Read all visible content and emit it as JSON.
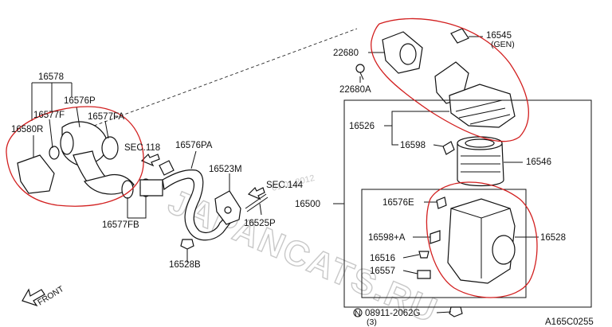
{
  "watermark": {
    "text": "JAPANCATS.RU",
    "date": "01.01.2012"
  },
  "labels": {
    "p16578": "16578",
    "p16577F": "16577F",
    "p16576P": "16576P",
    "p16577FA": "16577FA",
    "p16580R": "16580R",
    "sec118": "SEC.118",
    "p16576PA": "16576PA",
    "p16523M": "16523M",
    "sec144": "SEC.144",
    "p16577FB": "16577FB",
    "p16525P": "16525P",
    "p16528B": "16528B",
    "p22680": "22680",
    "p22680A": "22680A",
    "p16545": "16545",
    "p16545_gen": "(GEN)",
    "p16526": "16526",
    "p16598": "16598",
    "p16546": "16546",
    "p16500": "16500",
    "p16576E": "16576E",
    "p16598A": "16598+A",
    "p16528": "16528",
    "p16516": "16516",
    "p16557": "16557",
    "p08911": "08911-2062G",
    "p08911_qty": "(3)",
    "front": "FRONT",
    "code": "A165C0255"
  }
}
